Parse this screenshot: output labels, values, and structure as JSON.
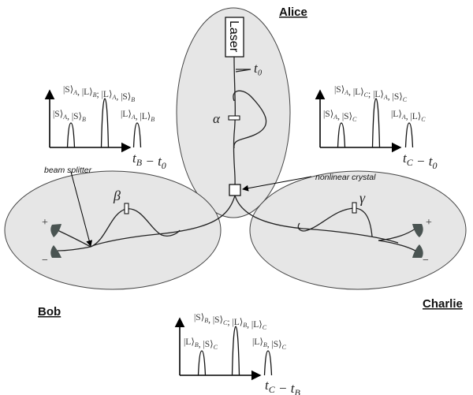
{
  "parties": {
    "alice": "Alice",
    "bob": "Bob",
    "charlie": "Charlie"
  },
  "components": {
    "laser": "Laser",
    "t0": "t₀",
    "alpha": "α",
    "beta": "β",
    "gamma": "γ",
    "nonlinear_crystal": "nonlinear crystal",
    "beam_splitter": "beam splitter",
    "plus": "+",
    "minus": "−"
  },
  "chart_data": [
    {
      "id": "alice-bob",
      "type": "histogram-schematic",
      "xlabel": "t_B − t₀",
      "peaks": [
        {
          "label": "|S⟩_A, |S⟩_B",
          "relative_height": 0.5
        },
        {
          "label": "|S⟩_A, |L⟩_B; |L⟩_A, |S⟩_B",
          "relative_height": 1.0
        },
        {
          "label": "|L⟩_A, |L⟩_B",
          "relative_height": 0.5
        }
      ]
    },
    {
      "id": "alice-charlie",
      "type": "histogram-schematic",
      "xlabel": "t_C − t₀",
      "peaks": [
        {
          "label": "|S⟩_A, |S⟩_C",
          "relative_height": 0.5
        },
        {
          "label": "|S⟩_A, |L⟩_C; |L⟩_A, |S⟩_C",
          "relative_height": 1.0
        },
        {
          "label": "|L⟩_A, |L⟩_C",
          "relative_height": 0.5
        }
      ]
    },
    {
      "id": "bob-charlie",
      "type": "histogram-schematic",
      "xlabel": "t_C − t_B",
      "peaks": [
        {
          "label": "|L⟩_B, |S⟩_C",
          "relative_height": 0.5
        },
        {
          "label": "|S⟩_B, |S⟩_C; |L⟩_B, |L⟩_C",
          "relative_height": 1.0
        },
        {
          "label": "|L⟩_B, |S⟩_C",
          "relative_height": 0.5
        }
      ]
    }
  ]
}
